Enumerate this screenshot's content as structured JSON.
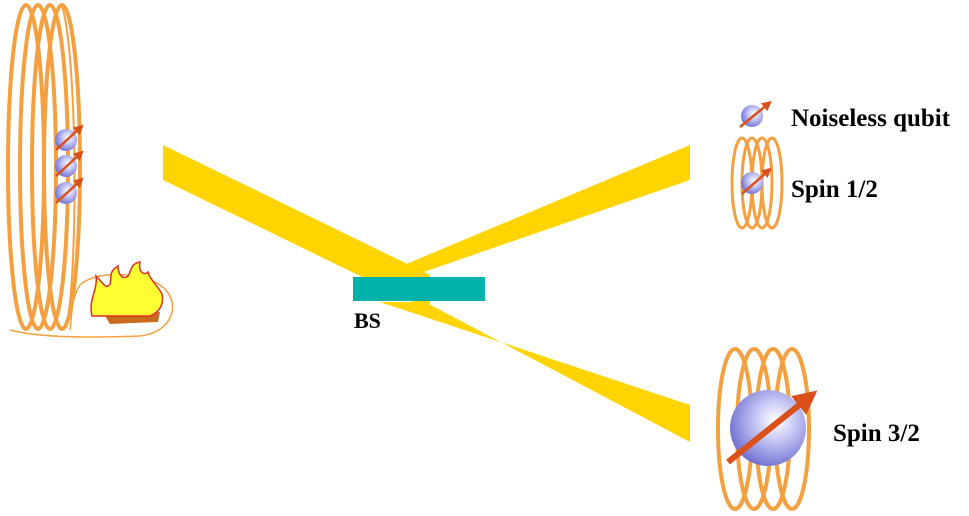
{
  "labels": {
    "beam_splitter": "BS",
    "noiseless_qubit": "Noiseless qubit",
    "spin_half": "Spin 1/2",
    "spin_three_halves": "Spin 3/2"
  },
  "colors": {
    "beam": "#ffd400",
    "beam_splitter": "#00b2a9",
    "coil": "#f5a040",
    "arrow": "#d9501a",
    "sphere_edge": "#b0b0ee",
    "sphere_core": "#7878d8",
    "flame": "#ffff33",
    "flame_edge": "#e03020",
    "flame_base": "#c86a20"
  },
  "icons": {
    "qubit_sphere": "sphere-with-spin-arrow-icon",
    "coil": "helical-coil-icon",
    "heat_bath": "flame-icon"
  }
}
